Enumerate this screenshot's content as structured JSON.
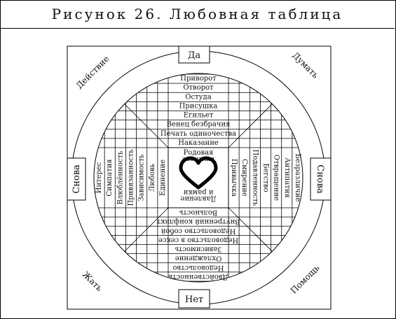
{
  "title": "Рисунок 26. Любовная таблица",
  "buttons": {
    "top": "Да",
    "bottom": "Нет",
    "left": "Снова",
    "right": "Снова"
  },
  "corners": {
    "top_left": "Действие",
    "top_right": "Думать",
    "bottom_left": "Жать",
    "bottom_right": "Помощь"
  },
  "top_rows": [
    "Приворот",
    "Отворот",
    "Остуда",
    "Присушка",
    "Егильет",
    "Венец безбрачия",
    "Печать одиночества",
    "Наказание"
  ],
  "center_top": [
    "Родовая",
    "аномалия"
  ],
  "center_bottom": [
    "Давление",
    "и рамки"
  ],
  "bottom_rows": [
    "Двойственность",
    "Недовольство",
    "Охлаждение",
    "Зависимость",
    "Недовольство в сексе",
    "Недовольство собой",
    "Внутренний конфликт",
    "Вольность"
  ],
  "left_cols": [
    "Интерес",
    "Симпатия",
    "Влюблённость",
    "Привязанность",
    "Зависимость",
    "Любовь",
    "Единение"
  ],
  "right_cols": [
    "Безразличие",
    "Антипатия",
    "Отвращение",
    "Бегство",
    "Подавленность",
    "Смирение",
    "Привычка"
  ],
  "colors": {
    "line": "#000000",
    "text": "#111111",
    "heart": "#000000"
  },
  "icons": {
    "center": "heart-icon"
  }
}
